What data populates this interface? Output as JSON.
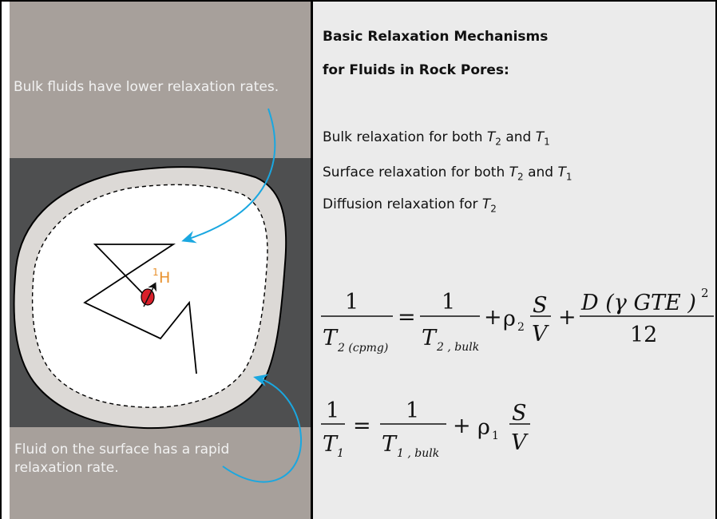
{
  "left": {
    "top_caption": "Bulk fluids have lower relaxation rates.",
    "bottom_caption": "Fluid on the surface has a rapid relaxation rate.",
    "proton_label_sup": "1",
    "proton_label": "H"
  },
  "right": {
    "heading_line1": "Basic Relaxation Mechanisms",
    "heading_line2": "for Fluids in Rock Pores:",
    "mechanisms": [
      {
        "text": "Bulk relaxation for both",
        "sym1": "T",
        "sub1": "2",
        "joiner": "and",
        "sym2": "T",
        "sub2": "1"
      },
      {
        "text": "Surface relaxation for both",
        "sym1": "T",
        "sub1": "2",
        "joiner": "and",
        "sym2": "T",
        "sub2": "1"
      },
      {
        "text": "Diffusion relaxation for",
        "sym1": "T",
        "sub1": "2"
      }
    ],
    "eq1": {
      "one": "1",
      "lhs_T": "T",
      "lhs_sub": "2 (cpmg)",
      "eq": "=",
      "bulk_T": "T",
      "bulk_sub": "2 , bulk",
      "plus": "+",
      "rho": "ρ",
      "rho_sub": "2",
      "S": "S",
      "V": "V",
      "diff_num": "D (γ GTE )",
      "diff_exp": "2",
      "diff_den": "12"
    },
    "eq2": {
      "one": "1",
      "lhs_T": "T",
      "lhs_sub": "1",
      "eq": "=",
      "bulk_T": "T",
      "bulk_sub": "1 , bulk",
      "plus": "+",
      "rho": "ρ",
      "rho_sub": "1",
      "S": "S",
      "V": "V"
    }
  },
  "colors": {
    "bulk_band": "#a7a09b",
    "pore_background": "#4e4f50",
    "grain_rim": "#dcd9d6",
    "arrow": "#1aa7e0",
    "proton": "#d9202b",
    "proton_label": "#e8912e",
    "panel_bg": "#ebebeb"
  }
}
